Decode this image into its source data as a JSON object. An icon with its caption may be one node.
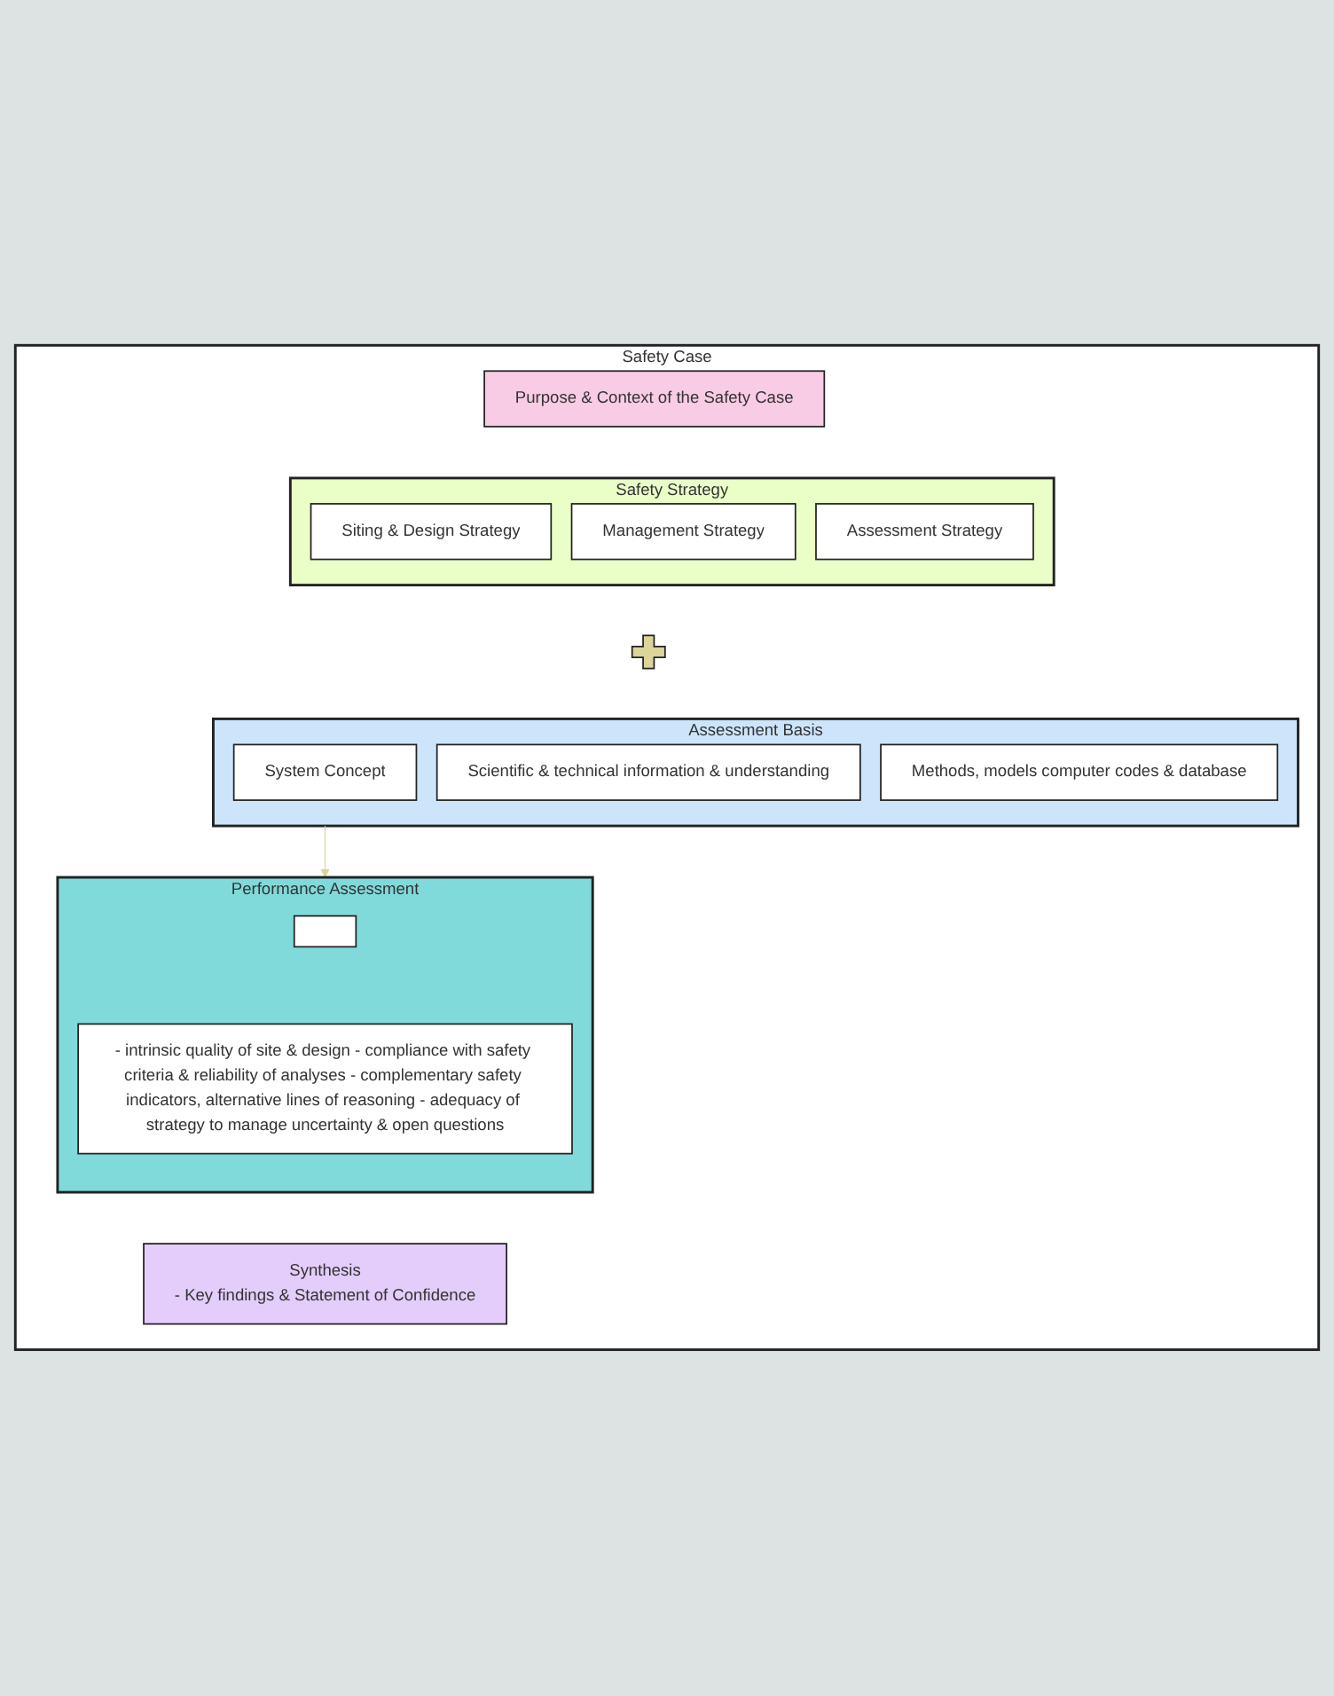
{
  "diagram": {
    "nodes": [
      {
        "text": [
          "Safety Case"
        ]
      },
      {
        "text": [
          "Purpose & Context of the Safety Case"
        ],
        "in": 0
      },
      {
        "text": [
          "Safety Strategy"
        ],
        "in": 0
      },
      {
        "text": [
          "Siting & Design Strategy"
        ],
        "in": 2
      },
      {
        "text": [
          "Management Strategy"
        ],
        "in": 2
      },
      {
        "text": [
          "Assessment Strategy"
        ],
        "in": 2
      },
      {
        "text": [],
        "shape": "cross",
        "in": 0
      },
      {
        "text": [
          "Assessment Basis"
        ],
        "in": 0
      },
      {
        "text": [
          "System Concept"
        ],
        "in": 7
      },
      {
        "text": [
          "Scientific & technical information & understanding"
        ],
        "in": 7
      },
      {
        "text": [
          "Methods, models computer codes & database"
        ],
        "in": 7
      },
      {
        "text": [
          "Performance Assessment"
        ],
        "in": 0
      },
      {
        "text": [],
        "shape": "box",
        "in": 11
      },
      {
        "text": [
          "- intrinsic quality of site & design - compliance with safety criteria & reliability of analyses - complementary safety indicators, alternative lines of reasoning - adequacy of strategy to manage uncertainty & open questions"
        ],
        "in": 11
      },
      {
        "text": [
          "Synthesis",
          "- Key findings & Statement of Confidence"
        ],
        "in": 0
      }
    ],
    "edges": [
      {
        "from": 7,
        "to": 11,
        "arrow": "to",
        "color": "#dcd49a"
      }
    ]
  }
}
